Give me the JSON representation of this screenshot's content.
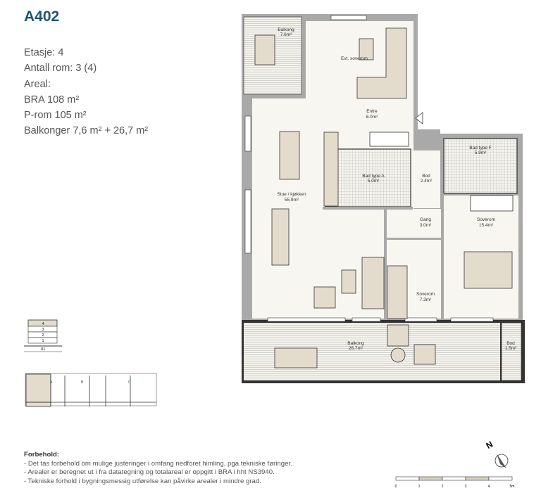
{
  "unit": {
    "id": "A402"
  },
  "info": [
    "Etasje: 4",
    "Antall rom: 3 (4)",
    "Areal:",
    "BRA 108 m²",
    "P-rom 105 m²",
    "Balkonger 7,6 m² + 26,7 m²"
  ],
  "rooms": {
    "balkong_small": {
      "name": "Balkong",
      "area": "7.6m²"
    },
    "evt_soverom": {
      "name": "Evt. soverom"
    },
    "entre": {
      "name": "Entre",
      "area": "6.0m²"
    },
    "stue": {
      "name": "Stue / kjøkken",
      "area": "55.9m²"
    },
    "bad_a": {
      "name": "Bad type A",
      "area": "5.0m²"
    },
    "bod_1": {
      "name": "Bod",
      "area": "2.4m²"
    },
    "bad_f": {
      "name": "Bad type F",
      "area": "5.9m²"
    },
    "gang": {
      "name": "Gang",
      "area": "3.0m²"
    },
    "soverom_1": {
      "name": "Soverom",
      "area": "15.4m²"
    },
    "soverom_2": {
      "name": "Soverom",
      "area": "7.3m²"
    },
    "balkong_large": {
      "name": "Balkong",
      "area": "26.7m²"
    },
    "bod_2": {
      "name": "Bod",
      "area": "1.5m²"
    }
  },
  "floors": [
    "4",
    "3",
    "2",
    "1",
    "U1"
  ],
  "current_floor": "4",
  "key_plan_labels": [
    "A",
    "B",
    "C"
  ],
  "compass": {
    "label": "N"
  },
  "scale": {
    "ticks": [
      "0",
      "1",
      "2",
      "3",
      "4",
      "5m"
    ]
  },
  "disclaimer": {
    "title": "Forbehold:",
    "lines": [
      "- Det tas forbehold om mulige justeringer i omfang nedforet himling, pga tekniske føringer.",
      "- Arealer er beregnet ut i fra datategning og totalareal er oppgitt i BRA i hht NS3940.",
      "- Tekniske forhold i bygningsmessig utførelse kan påvirke arealer i mindre grad."
    ]
  },
  "colors": {
    "title": "#1d5670",
    "wall": "#a9a9a9",
    "floor": "#f8f6f0",
    "furniture": "#e3dccd",
    "highlight": "#e3dccd"
  }
}
